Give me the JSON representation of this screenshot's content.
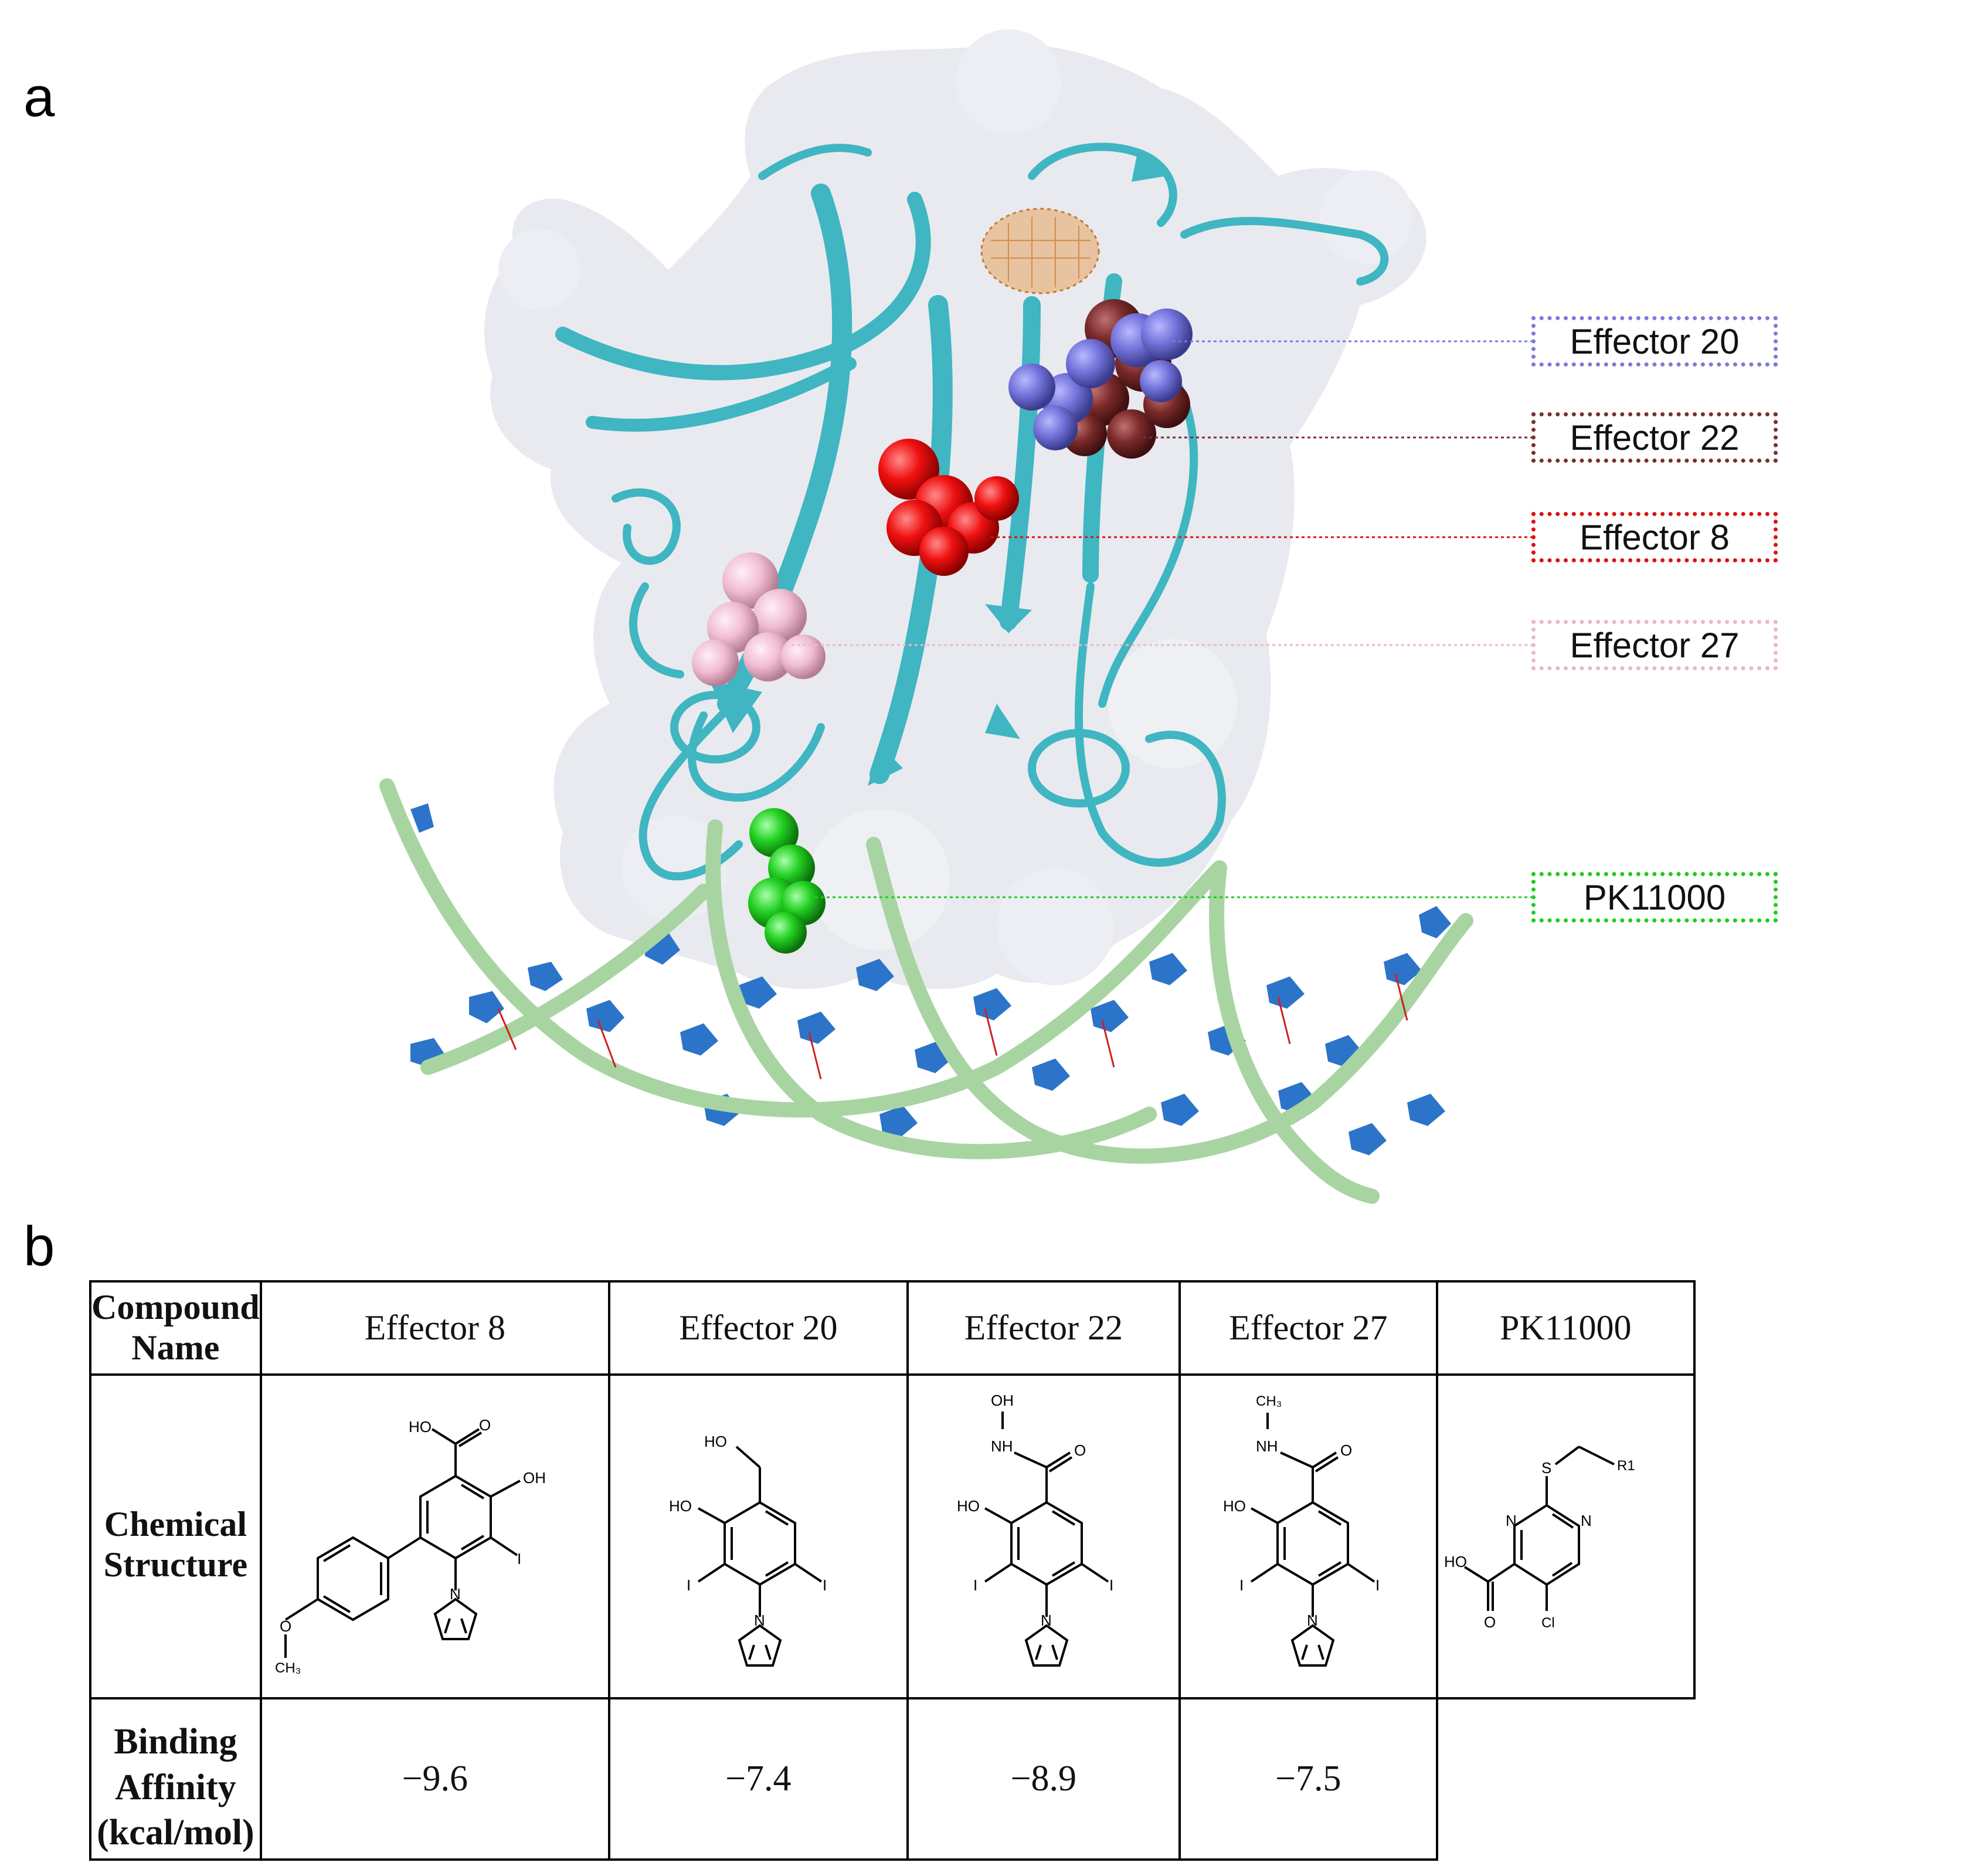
{
  "panels": {
    "a": "a",
    "b": "b"
  },
  "figure_a": {
    "callouts": [
      {
        "label": "Effector 20",
        "color": "#7b7bdc"
      },
      {
        "label": "Effector 22",
        "color": "#7a2f2f"
      },
      {
        "label": "Effector 8",
        "color": "#e01010"
      },
      {
        "label": "Effector 27",
        "color": "#ecb6cc"
      },
      {
        "label": "PK11000",
        "color": "#1fcc1f"
      }
    ],
    "colors": {
      "protein_cartoon": "#3fb6c1",
      "surface": "#e6e8ee",
      "dna_backbone": "#a8d4a2",
      "dna_bases": "#2c74c9",
      "pocket_mesh": "#e8a35c"
    }
  },
  "table": {
    "header_label": "Compound Name",
    "compounds": [
      "Effector 8",
      "Effector 20",
      "Effector 22",
      "Effector 27",
      "PK11000"
    ],
    "structure_label": "Chemical Structure",
    "affinity_label_line1": "Binding Affinity",
    "affinity_label_line2": "(kcal/mol)",
    "affinities": [
      "−9.6",
      "−7.4",
      "−8.9",
      "−7.5",
      ""
    ]
  },
  "structure_atoms": {
    "e8": [
      "HO",
      "O",
      "OH",
      "I",
      "N",
      "O",
      "CH₃"
    ],
    "e20": [
      "HO",
      "HO",
      "I",
      "I",
      "N"
    ],
    "e22": [
      "OH",
      "NH",
      "O",
      "HO",
      "I",
      "I",
      "N"
    ],
    "e27": [
      "CH₃",
      "NH",
      "O",
      "HO",
      "I",
      "I",
      "N"
    ],
    "pk": [
      "S",
      "R1",
      "N",
      "N",
      "HO",
      "O",
      "Cl"
    ]
  }
}
